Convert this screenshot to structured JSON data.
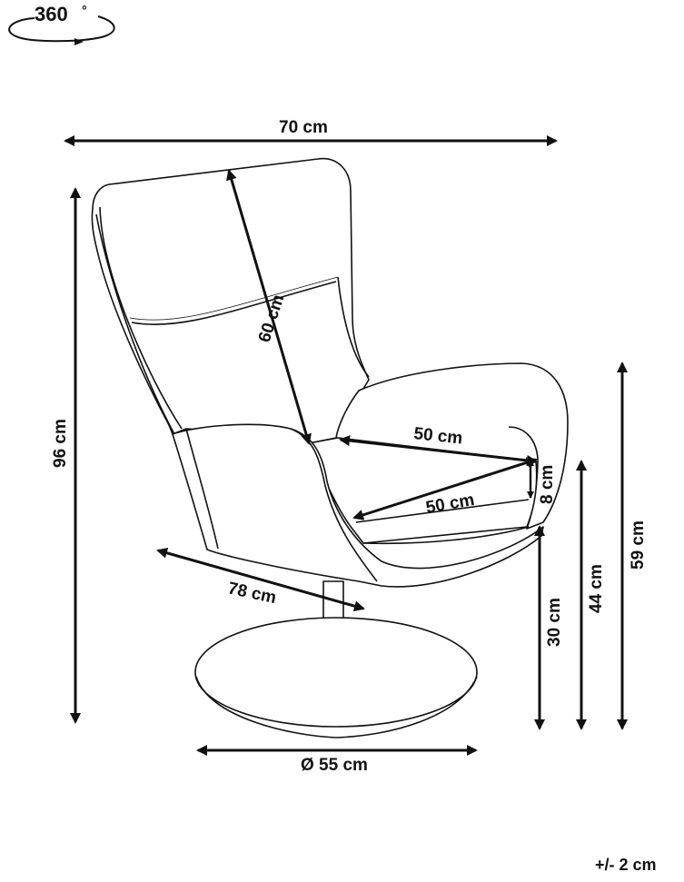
{
  "rotation": {
    "degrees": "360",
    "degree_symbol": "°"
  },
  "dimensions": {
    "overall_width": "70 cm",
    "overall_height": "96 cm",
    "backrest_height": "60 cm",
    "seat_width": "50 cm",
    "seat_depth": "50 cm",
    "seat_cushion_thickness": "8 cm",
    "overall_depth": "78 cm",
    "base_diameter": "Ø 55 cm",
    "base_to_seat_frame": "30 cm",
    "seat_height": "44 cm",
    "armrest_height": "59 cm"
  },
  "tolerance": "+/- 2 cm",
  "colors": {
    "line": "#111111",
    "background": "#ffffff"
  }
}
